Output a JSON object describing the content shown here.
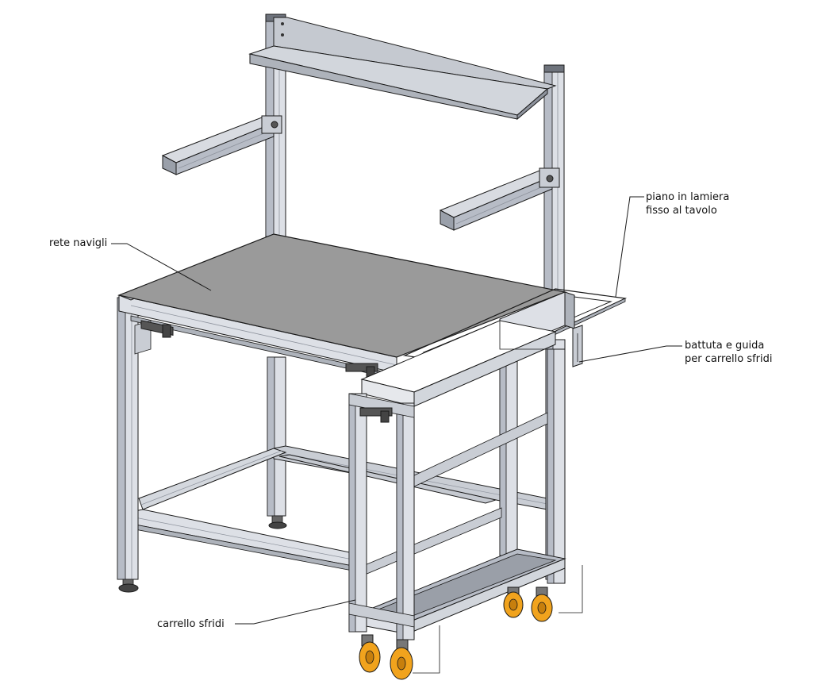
{
  "colors": {
    "line": "#1a1a1a",
    "frame_light": "#dde0e6",
    "frame_mid": "#b7bcc6",
    "frame_dark": "#8e939d",
    "top_surface": "#9a9a9a",
    "shelf_light": "#d2d6dc",
    "shelf_dark": "#aeb3bb",
    "wheel_orange": "#f1a31d",
    "wheel_dark": "#444444",
    "foot": "#555555"
  },
  "labels": {
    "rete_navigli": "rete navigli",
    "piano_line1": "piano in lamiera",
    "piano_line2": "fisso al tavolo",
    "battuta_line1": "battuta e guida",
    "battuta_line2": "per carrello sfridi",
    "carrello_sfridi": "carrello sfridi"
  }
}
